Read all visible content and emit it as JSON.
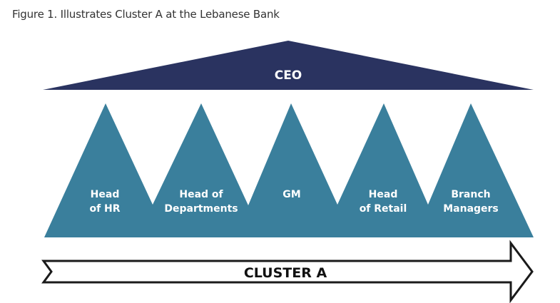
{
  "caption": "Figure 1. Illustrates Cluster A at the Lebanese Bank",
  "top": {
    "label": "CEO",
    "color": "#2a3360"
  },
  "roles_color": "#3a7f9c",
  "roles": [
    {
      "line1": "Head",
      "line2": "of HR"
    },
    {
      "line1": "Head of",
      "line2": "Departments"
    },
    {
      "line1": "GM",
      "line2": ""
    },
    {
      "line1": "Head",
      "line2": "of Retail"
    },
    {
      "line1": "Branch",
      "line2": "Managers"
    }
  ],
  "arrow": {
    "label": "CLUSTER A"
  }
}
